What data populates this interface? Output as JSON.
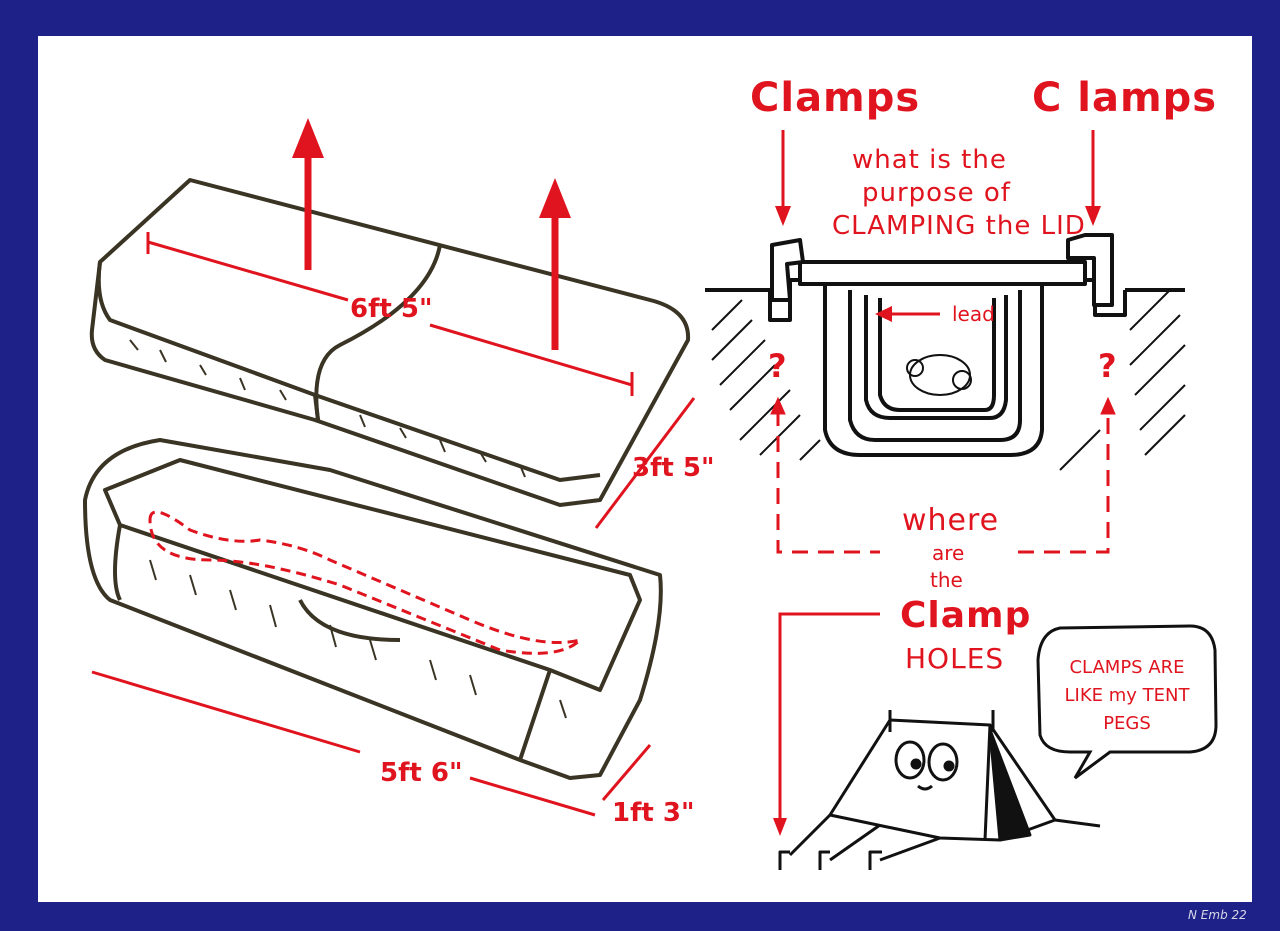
{
  "labels": {
    "clamps_left": "Clamps",
    "clamps_right": "C lamps",
    "question_line1": "what is the",
    "question_line2": "purpose of",
    "question_line3": "CLAMPING the LID",
    "lead": "lead",
    "qmark_left": "?",
    "qmark_right": "?",
    "where": "where",
    "are": "are",
    "the": "the",
    "clamp": "Clamp",
    "holes": "HOLES",
    "lid_length": "6ft 5\"",
    "lid_width": "3ft 5\"",
    "base_length": "5ft 6\"",
    "base_width": "1ft 3\"",
    "bubble_line1": "CLAMPS ARE",
    "bubble_line2": "LIKE my TENT",
    "bubble_line3": "PEGS",
    "signature": "N Emb 22"
  },
  "colors": {
    "frame": "#1e2187",
    "paper": "#ffffff",
    "accent_red": "#e0141e",
    "ink": "#3a3424"
  }
}
